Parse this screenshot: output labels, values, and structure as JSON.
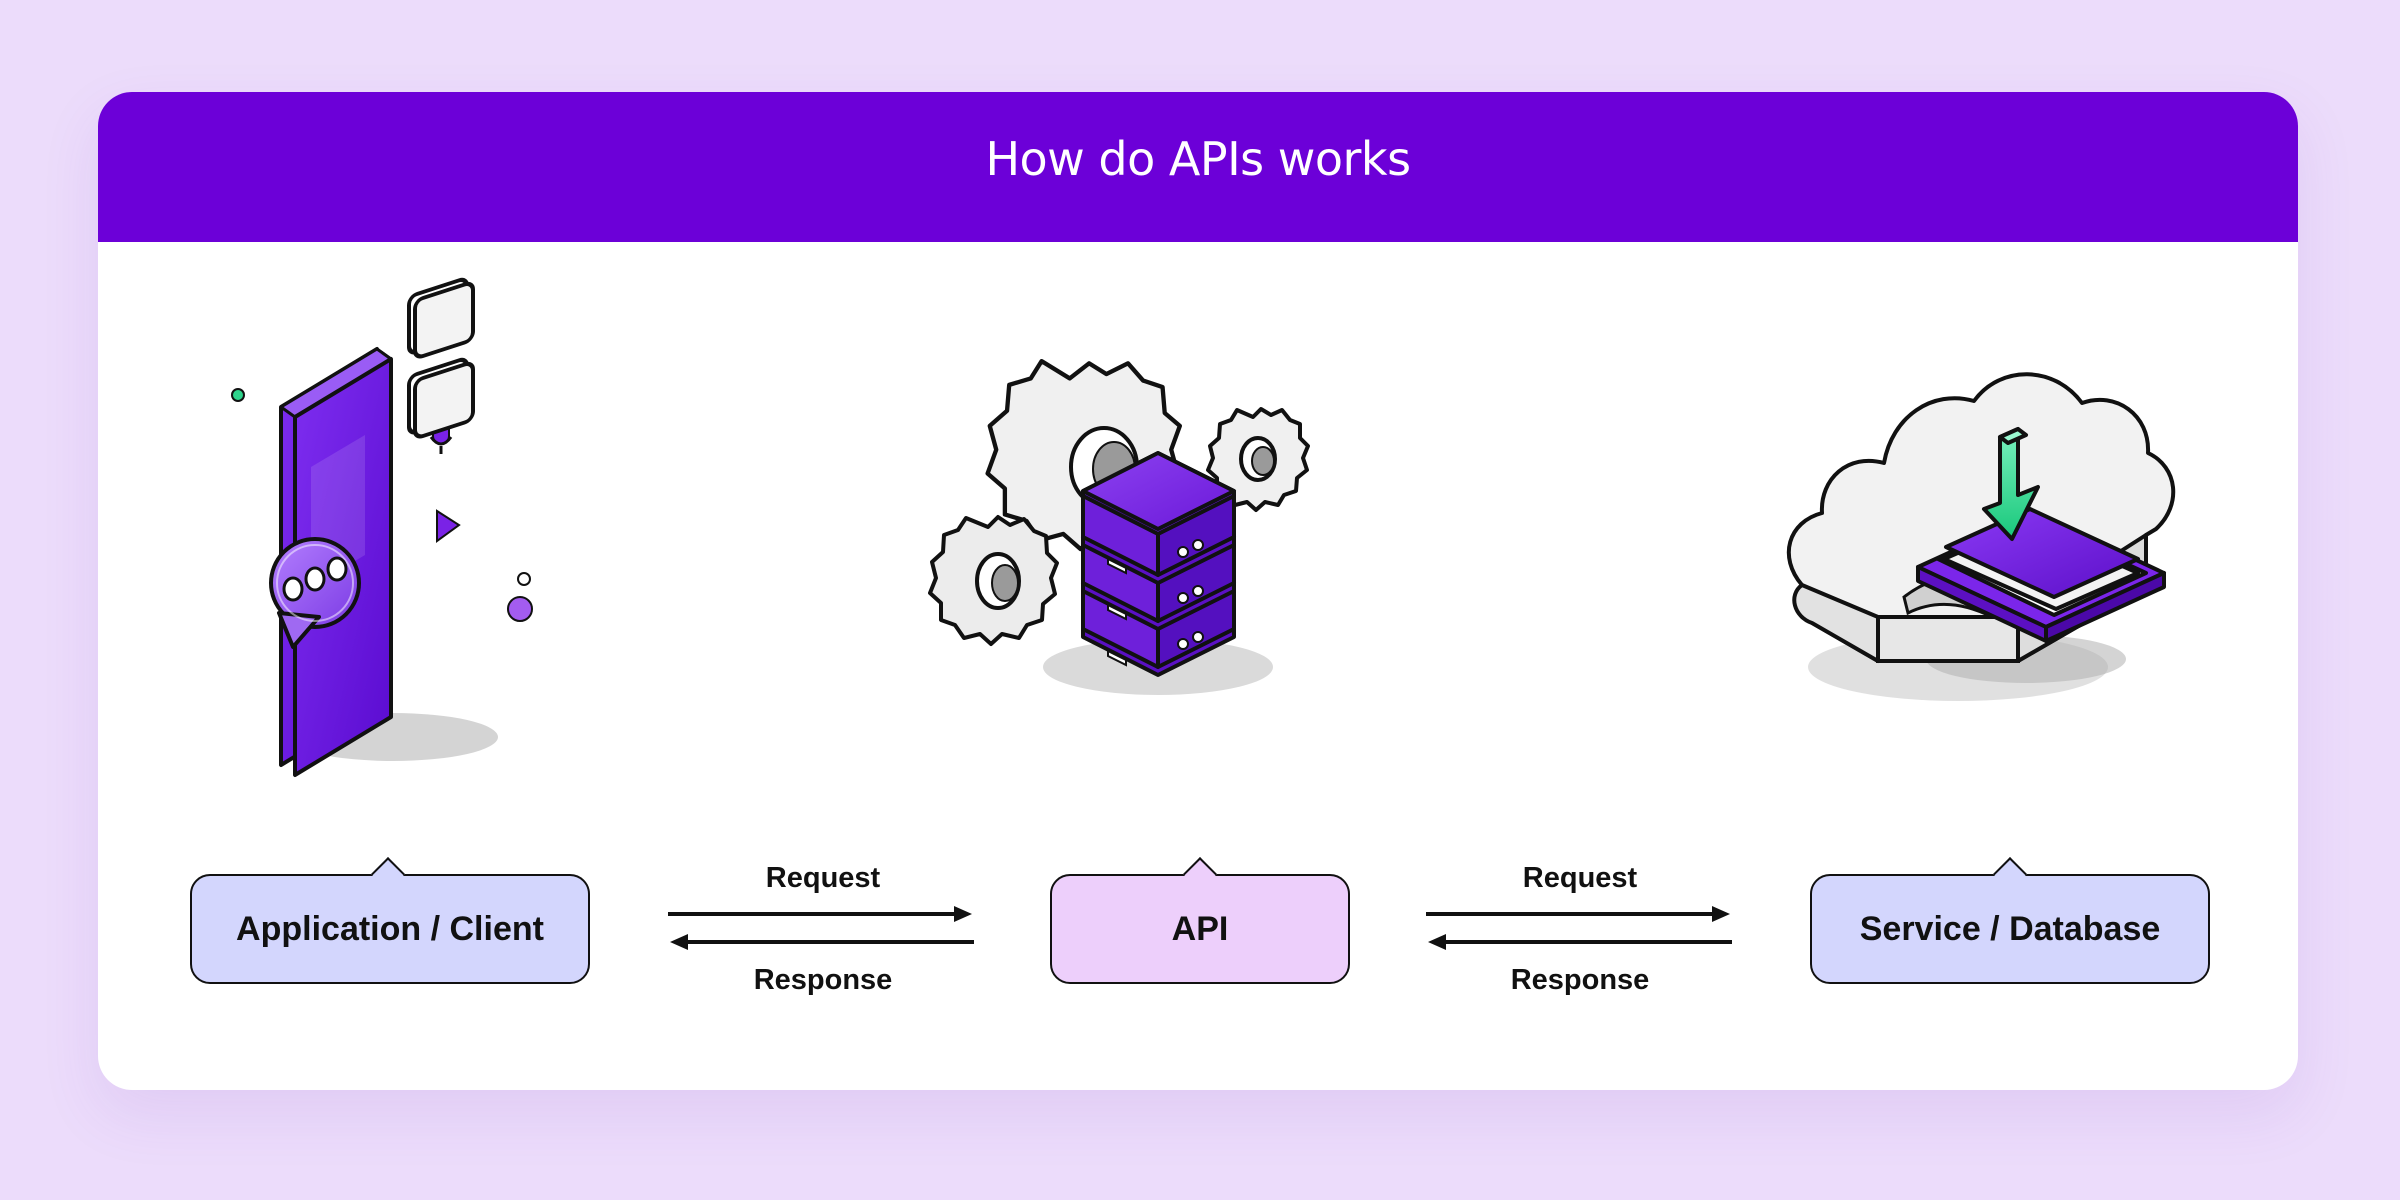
{
  "title": "How do APIs works",
  "nodes": [
    {
      "label": "Application / Client",
      "icon": "phone-chat-icon"
    },
    {
      "label": "API",
      "icon": "server-gears-icon"
    },
    {
      "label": "Service / Database",
      "icon": "cloud-download-icon"
    }
  ],
  "edges": [
    {
      "from": "Application / Client",
      "to": "API",
      "request": "Request",
      "response": "Response"
    },
    {
      "from": "API",
      "to": "Service / Database",
      "request": "Request",
      "response": "Response"
    }
  ],
  "colors": {
    "background": "#ecdcfb",
    "header": "#6c00d8",
    "card": "#ffffff",
    "client_label": "#d3d6fd",
    "api_label": "#edcffb",
    "service_label": "#d3d6fd",
    "accent_purple": "#7a22e6",
    "download_arrow": "#2ed48c"
  }
}
